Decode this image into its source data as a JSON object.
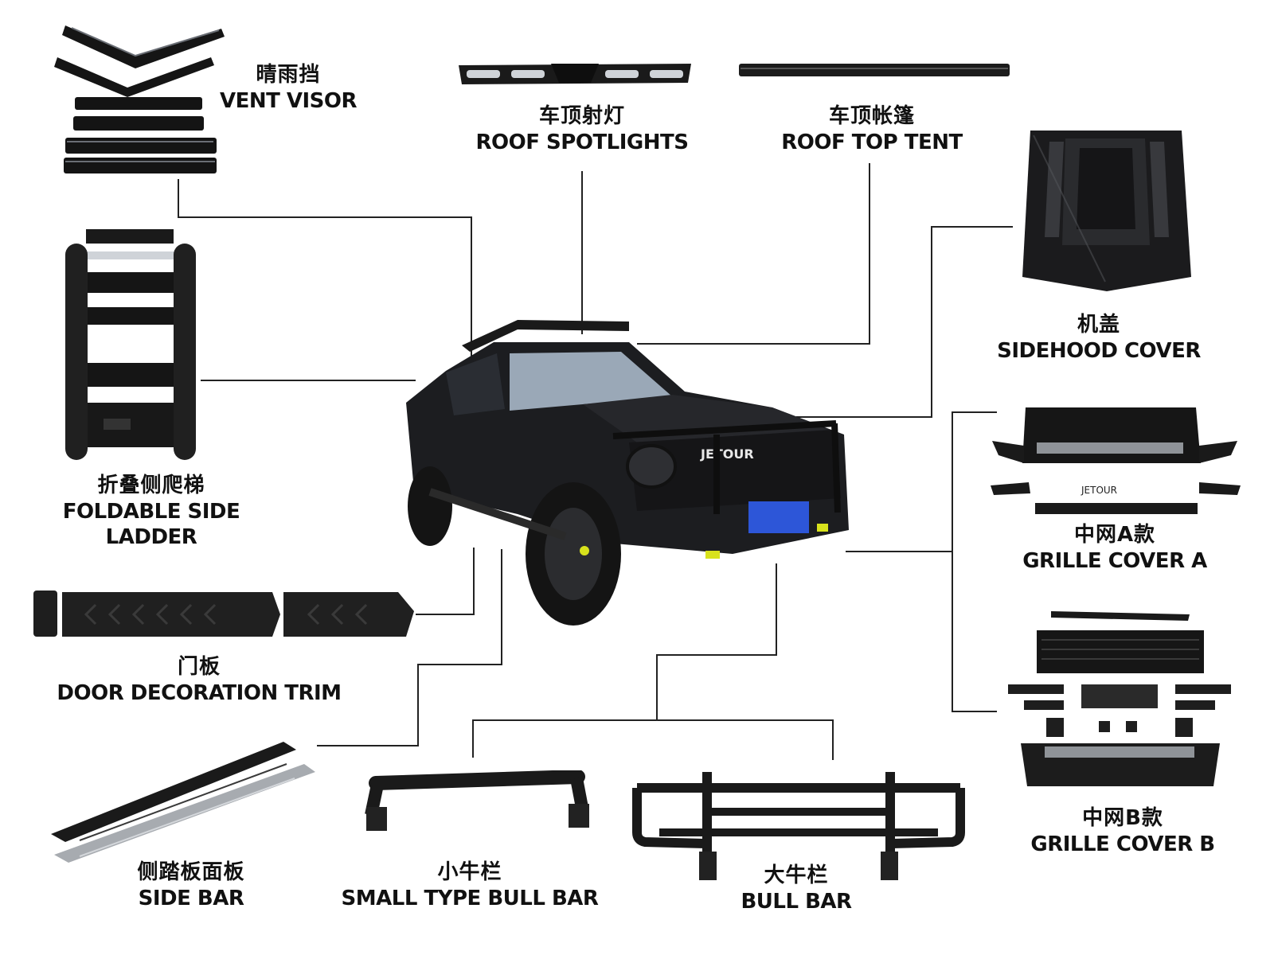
{
  "parts": {
    "vent_visor": {
      "cn": "晴雨挡",
      "en": "VENT VISOR",
      "icon": "vent-visor-icon"
    },
    "roof_spotlights": {
      "cn": "车顶射灯",
      "en": "ROOF SPOTLIGHTS",
      "icon": "roof-spotlights-icon"
    },
    "roof_top_tent": {
      "cn": "车顶帐篷",
      "en": "ROOF TOP TENT",
      "icon": "roof-top-tent-icon"
    },
    "sidehood_cover": {
      "cn": "机盖",
      "en": "SIDEHOOD COVER",
      "icon": "hood-cover-icon"
    },
    "foldable_side_ladder": {
      "cn": "折叠侧爬梯",
      "en": "FOLDABLE SIDE LADDER",
      "icon": "ladder-icon"
    },
    "grille_cover_a": {
      "cn": "中网A款",
      "en": "GRILLE COVER A",
      "icon": "grille-a-icon"
    },
    "door_decoration_trim": {
      "cn": "门板",
      "en": "DOOR DECORATION TRIM",
      "icon": "door-trim-icon"
    },
    "grille_cover_b": {
      "cn": "中网B款",
      "en": "GRILLE COVER B",
      "icon": "grille-b-icon"
    },
    "side_bar": {
      "cn": "侧踏板面板",
      "en": "SIDE BAR",
      "icon": "side-step-icon"
    },
    "small_bull_bar": {
      "cn": "小牛栏",
      "en": "SMALL TYPE BULL BAR",
      "icon": "small-bull-bar-icon"
    },
    "bull_bar": {
      "cn": "大牛栏",
      "en": "BULL BAR",
      "icon": "bull-bar-icon"
    }
  },
  "vehicle": {
    "icon": "suv-icon",
    "grille_text": "JETOUR"
  },
  "colors": {
    "part": "#1a1a1a",
    "part_shine": "#5a5e66",
    "plate": "#2d56d8",
    "accent_yellow": "#d8e21c",
    "line": "#222222"
  }
}
